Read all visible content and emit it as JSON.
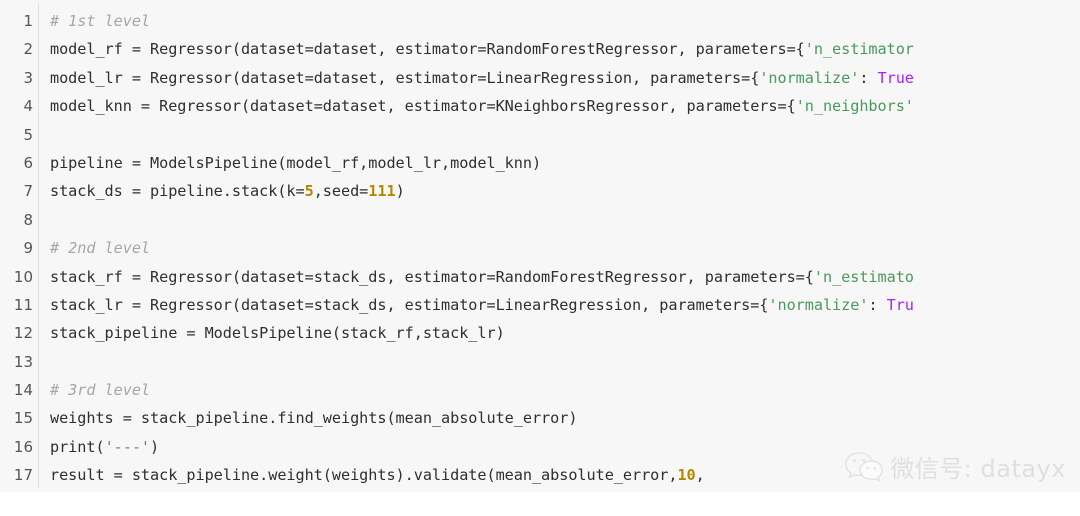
{
  "editor": {
    "language": "python",
    "background_color": "#f7f7f7",
    "gutter_rule_color": "#dedede",
    "total_lines": 17,
    "syntax_colors": {
      "default": "#2f2f2f",
      "comment": "#a6a6a6",
      "string": "#4a9a5c",
      "number": "#b28900",
      "keyword": "#aa22ff",
      "line_number": "#555555"
    }
  },
  "lines": [
    {
      "number": "1",
      "tokens": [
        {
          "t": "# 1st level",
          "k": "comment"
        }
      ]
    },
    {
      "number": "2",
      "tokens": [
        {
          "t": "model_rf = Regressor(dataset=dataset, estimator=RandomForestRegressor, parameters={",
          "k": "plain"
        },
        {
          "t": "'n_estimator",
          "k": "string"
        }
      ]
    },
    {
      "number": "3",
      "tokens": [
        {
          "t": "model_lr = Regressor(dataset=dataset, estimator=LinearRegression, parameters={",
          "k": "plain"
        },
        {
          "t": "'normalize'",
          "k": "string"
        },
        {
          "t": ": ",
          "k": "plain"
        },
        {
          "t": "True",
          "k": "keyword"
        }
      ]
    },
    {
      "number": "4",
      "tokens": [
        {
          "t": "model_knn = Regressor(dataset=dataset, estimator=KNeighborsRegressor, parameters={",
          "k": "plain"
        },
        {
          "t": "'n_neighbors'",
          "k": "string"
        }
      ]
    },
    {
      "number": "5",
      "tokens": []
    },
    {
      "number": "6",
      "tokens": [
        {
          "t": "pipeline = ModelsPipeline(model_rf,model_lr,model_knn)",
          "k": "plain"
        }
      ]
    },
    {
      "number": "7",
      "tokens": [
        {
          "t": "stack_ds = pipeline.stack(k=",
          "k": "plain"
        },
        {
          "t": "5",
          "k": "number"
        },
        {
          "t": ",seed=",
          "k": "plain"
        },
        {
          "t": "111",
          "k": "number"
        },
        {
          "t": ")",
          "k": "plain"
        }
      ]
    },
    {
      "number": "8",
      "tokens": []
    },
    {
      "number": "9",
      "tokens": [
        {
          "t": "# 2nd level",
          "k": "comment"
        }
      ]
    },
    {
      "number": "10",
      "tokens": [
        {
          "t": "stack_rf = Regressor(dataset=stack_ds, estimator=RandomForestRegressor, parameters={",
          "k": "plain"
        },
        {
          "t": "'n_estimato",
          "k": "string"
        }
      ]
    },
    {
      "number": "11",
      "tokens": [
        {
          "t": "stack_lr = Regressor(dataset=stack_ds, estimator=LinearRegression, parameters={",
          "k": "plain"
        },
        {
          "t": "'normalize'",
          "k": "string"
        },
        {
          "t": ": ",
          "k": "plain"
        },
        {
          "t": "Tru",
          "k": "keyword"
        }
      ]
    },
    {
      "number": "12",
      "tokens": [
        {
          "t": "stack_pipeline = ModelsPipeline(stack_rf,stack_lr)",
          "k": "plain"
        }
      ]
    },
    {
      "number": "13",
      "tokens": []
    },
    {
      "number": "14",
      "tokens": [
        {
          "t": "# 3rd level",
          "k": "comment"
        }
      ]
    },
    {
      "number": "15",
      "tokens": [
        {
          "t": "weights = stack_pipeline.find_weights(mean_absolute_error)",
          "k": "plain"
        }
      ]
    },
    {
      "number": "16",
      "tokens": [
        {
          "t": "print(",
          "k": "plain"
        },
        {
          "t": "'---'",
          "k": "string"
        },
        {
          "t": ")",
          "k": "plain"
        }
      ]
    },
    {
      "number": "17",
      "tokens": [
        {
          "t": "result = stack_pipeline.weight(weights).validate(mean_absolute_error,",
          "k": "plain"
        },
        {
          "t": "10",
          "k": "number"
        },
        {
          "t": ",",
          "k": "plain"
        }
      ]
    }
  ],
  "watermark": {
    "text": "微信号: datayx",
    "logo_name": "wechat-logo",
    "color": "#cdcdcd"
  }
}
